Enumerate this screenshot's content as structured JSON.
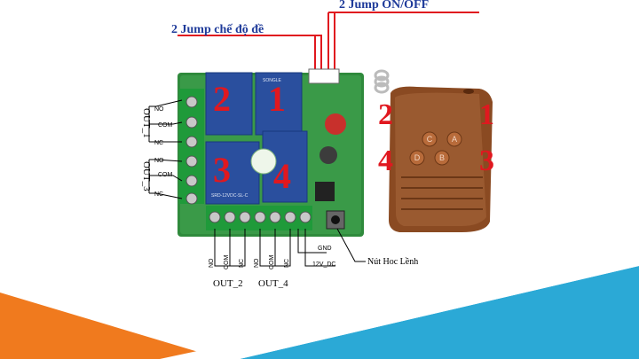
{
  "labels": {
    "jump_mode": "2 Jump chế độ đề",
    "jump_onoff": "2 Jump ON/OFF",
    "learn_button": "Nút Hoc Lềnh",
    "gnd": "GND",
    "power": "12V_DC",
    "out_1": "OUT_1",
    "out_2": "OUT_2",
    "out_3": "OUT_3",
    "out_4": "OUT_4",
    "no": "NO",
    "com": "COM",
    "nc": "NC"
  },
  "board": {
    "relay_text": "SONGLE",
    "relay_model": "SRD-12VDC-SL-C",
    "relay_numbers": [
      "2",
      "1",
      "3",
      "4"
    ]
  },
  "remote": {
    "button_letters": [
      "C",
      "A",
      "D",
      "B"
    ],
    "corner_numbers": [
      "2",
      "1",
      "4",
      "3"
    ]
  },
  "colors": {
    "annotation_red": "#e0181f",
    "annotation_blue": "#1f3b9a",
    "pcb_green": "#2f8a3c",
    "terminal_green": "#1f9a3a",
    "relay_blue": "#2a4f9e",
    "remote_brown": "#8a4a22",
    "footer_orange": "#f07a1e",
    "footer_blue": "#2ba9d6"
  }
}
